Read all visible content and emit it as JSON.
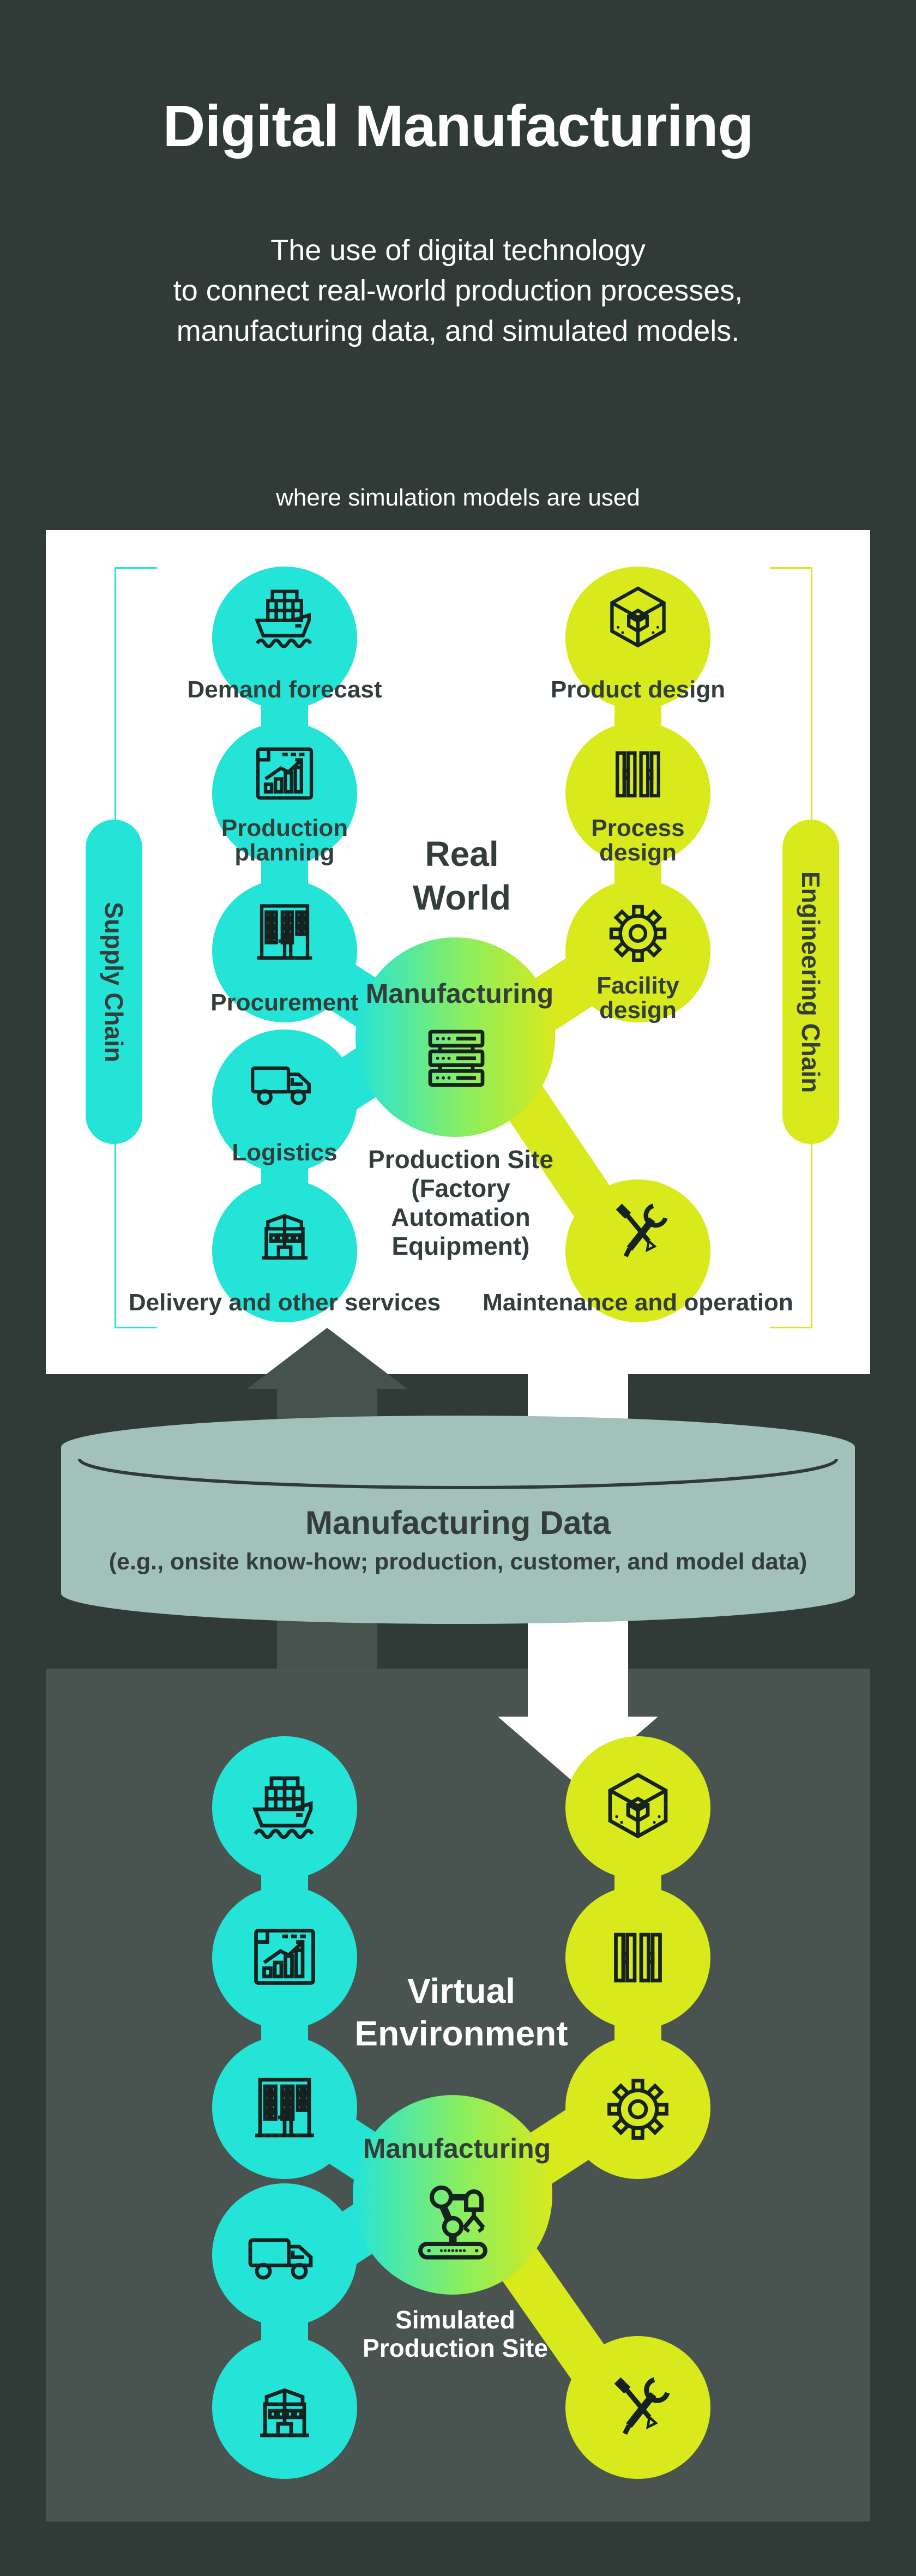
{
  "colors": {
    "background": "#303B38",
    "panel_white": "#FFFFFF",
    "panel_virtual": "#49534F",
    "cyan": "#24E4D8",
    "yellow_green": "#D8E91C",
    "gradient_mid": "#8BEE5F",
    "cylinder_fill": "#A2C1BA",
    "arrow_gray": "#46524D",
    "arrow_down": "#FFFFFF",
    "text_light": "#FFFFFF",
    "text_dark": "#333E3B",
    "icon_stroke": "#152220"
  },
  "header": {
    "title": "Digital Manufacturing",
    "subtitle_lines": [
      "The use of digital technology",
      "to connect real-world production processes,",
      "manufacturing data, and simulated models."
    ],
    "caption": "where simulation models are used"
  },
  "real_world": {
    "section_title_lines": [
      "Real",
      "World"
    ],
    "supply_chain_label": "Supply Chain",
    "engineering_chain_label": "Engineering Chain",
    "left_chain": [
      {
        "icon": "cargo-ship-icon",
        "label_lines": [
          "Demand forecast"
        ]
      },
      {
        "icon": "planning-chart-icon",
        "label_lines": [
          "Production",
          "planning"
        ]
      },
      {
        "icon": "office-building-icon",
        "label_lines": [
          "Procurement"
        ]
      },
      {
        "icon": "truck-icon",
        "label_lines": [
          "Logistics"
        ]
      },
      {
        "icon": "service-building-icon",
        "label_lines": [
          "Delivery and other services"
        ]
      }
    ],
    "right_chain": [
      {
        "icon": "cube-icon",
        "label_lines": [
          "Product design"
        ]
      },
      {
        "icon": "process-lines-icon",
        "label_lines": [
          "Process",
          "design"
        ]
      },
      {
        "icon": "gear-icon",
        "label_lines": [
          "Facility",
          "design"
        ]
      },
      {
        "icon": "tools-icon",
        "label_lines": [
          "Maintenance and operation"
        ]
      }
    ],
    "center": {
      "label": "Manufacturing",
      "icon": "server-rack-icon",
      "caption_lines": [
        "Production Site",
        "(Factory",
        "Automation",
        "Equipment)"
      ]
    }
  },
  "manufacturing_data": {
    "shape": "database-cylinder",
    "title": "Manufacturing Data",
    "subtitle": "(e.g., onsite know-how; production, customer, and model data)",
    "up_arrow_icon": "arrow-up",
    "down_arrow_icon": "arrow-down"
  },
  "virtual_environment": {
    "section_title_lines": [
      "Virtual",
      "Environment"
    ],
    "left_chain": [
      {
        "icon": "cargo-ship-icon"
      },
      {
        "icon": "planning-chart-icon"
      },
      {
        "icon": "office-building-icon"
      },
      {
        "icon": "truck-icon"
      },
      {
        "icon": "service-building-icon"
      }
    ],
    "right_chain": [
      {
        "icon": "cube-icon"
      },
      {
        "icon": "process-lines-icon"
      },
      {
        "icon": "gear-icon"
      },
      {
        "icon": "tools-icon"
      }
    ],
    "center": {
      "label": "Manufacturing",
      "icon": "robot-arm-icon",
      "caption_lines": [
        "Simulated",
        "Production Site"
      ]
    }
  }
}
